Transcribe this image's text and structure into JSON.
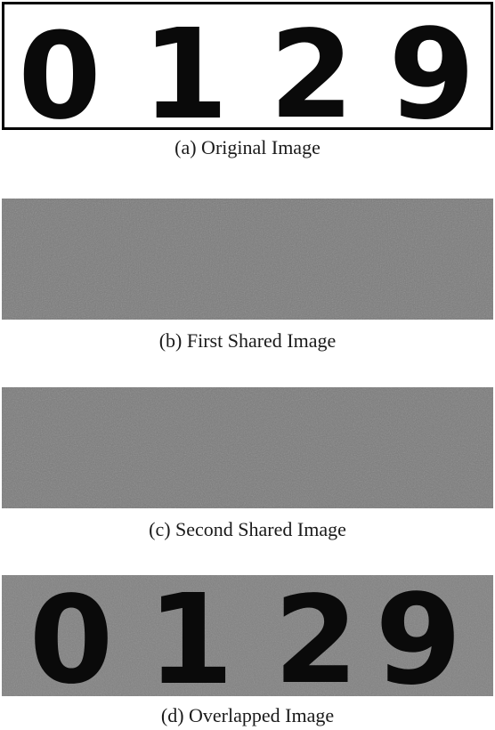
{
  "panels": {
    "original": {
      "caption": "(a) Original Image",
      "digits": [
        "0",
        "1",
        "2",
        "9"
      ]
    },
    "first_share": {
      "caption": "(b) First Shared Image"
    },
    "second_share": {
      "caption": "(c) Second Shared Image"
    },
    "overlapped": {
      "caption": "(d) Overlapped Image",
      "digits": [
        "0",
        "1",
        "2",
        "9"
      ]
    }
  },
  "colors": {
    "digit": "#0a0a0a",
    "noise_gray": "#7a7a7a",
    "frame": "#000000"
  }
}
